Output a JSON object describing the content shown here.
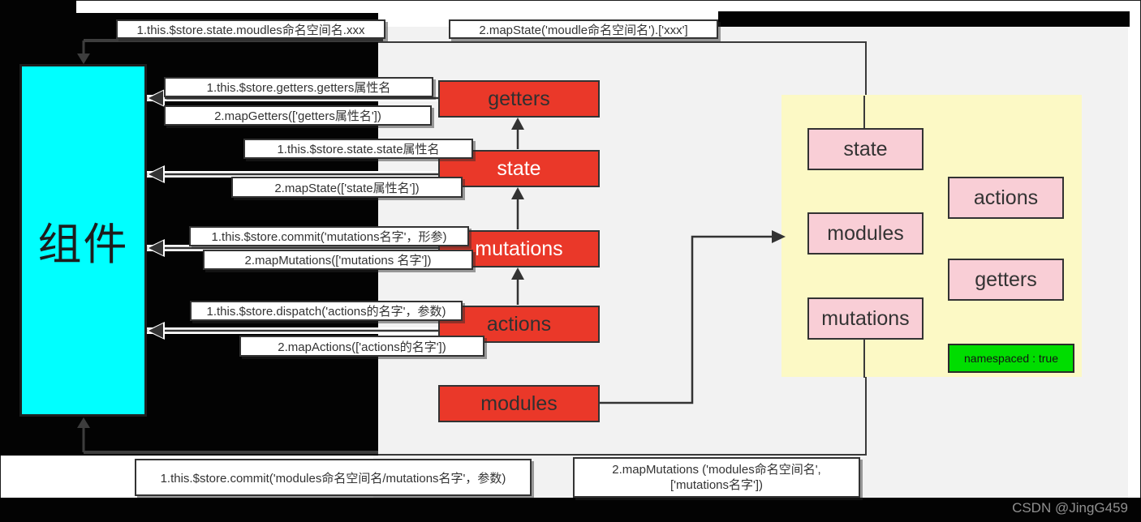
{
  "component": {
    "label": "组件"
  },
  "store": {
    "boxes": [
      {
        "label": "getters"
      },
      {
        "label": "state"
      },
      {
        "label": "mutations"
      },
      {
        "label": "actions"
      },
      {
        "label": "modules"
      }
    ]
  },
  "module_panel": {
    "boxes": [
      "state",
      "actions",
      "modules",
      "getters",
      "mutations"
    ],
    "namespaced_label": "namespaced : true"
  },
  "labels": {
    "top1": "1.this.$store.state.moudles命名空间名.xxx",
    "top2": "2.mapState('moudle命名空间名').['xxx']",
    "getters1": "1.this.$store.getters.getters属性名",
    "getters2": "2.mapGetters(['getters属性名'])",
    "state1": "1.this.$store.state.state属性名",
    "state2": "2.mapState(['state属性名'])",
    "mutations1": "1.this.$store.commit('mutations名字'，形参)",
    "mutations2": "2.mapMutations(['mutations 名字'])",
    "actions1": "1.this.$store.dispatch('actions的名字'，参数)",
    "actions2": "2.mapActions(['actions的名字'])",
    "bottom1": "1.this.$store.commit('modules命名空间名/mutations名字'，参数)",
    "bottom2_line1": "2.mapMutations ('modules命名空间名',",
    "bottom2_line2": "['mutations名字'])"
  },
  "watermark": "CSDN @JingG459",
  "colors": {
    "component_bg": "#00FFFF",
    "store_box_bg": "#EA3829",
    "module_box_bg": "#F9CED6",
    "module_panel_bg": "#FCF9C5",
    "namespaced_bg": "#00DD00",
    "container_bg": "#F2F2F2",
    "background_black": "#030303"
  }
}
